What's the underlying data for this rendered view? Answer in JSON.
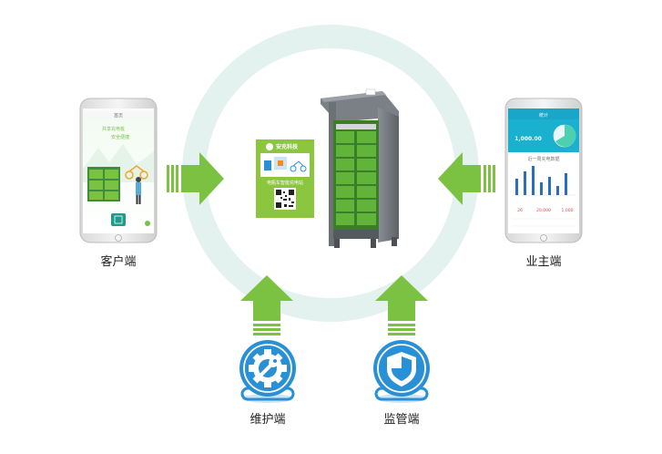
{
  "labels": {
    "customer": "客户端",
    "owner": "业主端",
    "maintenance": "维护端",
    "supervision": "监管端"
  },
  "qr_sign": {
    "brand": "安充科技",
    "slogan": "电瓶车智能充电站"
  },
  "customer_phone": {
    "header_title": "首页",
    "line1": "共享充电桩",
    "line2": "安全便捷"
  },
  "owner_phone": {
    "header_title": "统计",
    "balance": "1,000.00",
    "chart_title": "近一周充电数据",
    "stats": [
      "26",
      "20,000",
      "1,000"
    ]
  },
  "colors": {
    "green_arrow": "#7cc242",
    "ring": "#e3f2ef",
    "teal_header": "#1aa6c9",
    "blue_icon": "#2a90d6",
    "cabinet_green": "#5aab2e",
    "bar_blue": "#2a6fbf"
  },
  "icons": [
    "gear-wrench-icon",
    "shield-icon"
  ]
}
